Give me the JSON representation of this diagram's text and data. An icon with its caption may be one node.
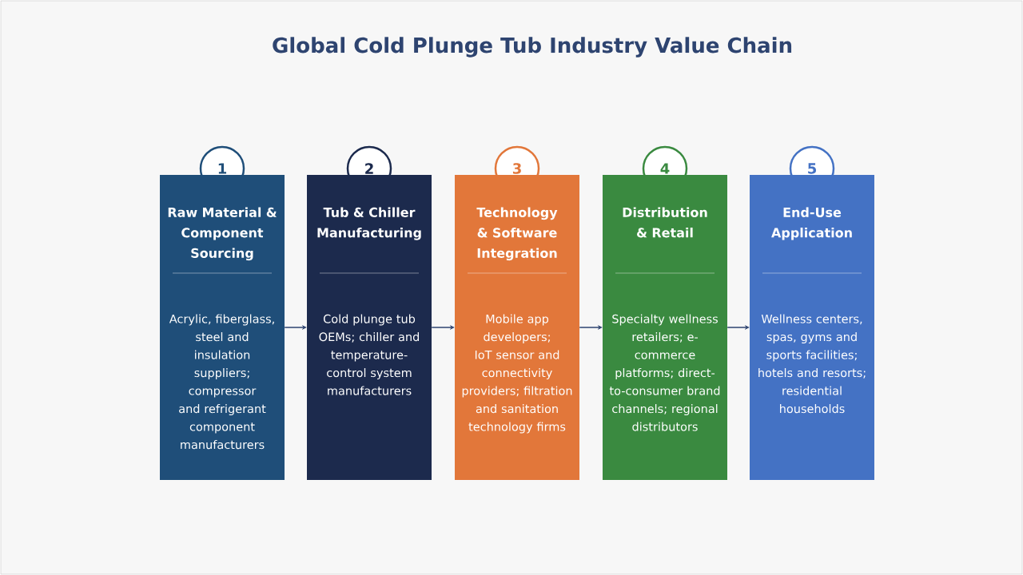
{
  "diagram": {
    "title": "Global Cold Plunge Tub Industry Value Chain",
    "nodes": [
      {
        "text": [
          "1"
        ]
      },
      {
        "text": [
          "Raw Material & Component Sourcing",
          "Acrylic, fiberglass, steel and insulation suppliers; compressor and refrigerant component manufacturers"
        ]
      },
      {
        "text": [
          "2"
        ]
      },
      {
        "text": [
          "Tub & Chiller Manufacturing",
          "Cold plunge tub OEMs; chiller and temperature-control system manufacturers"
        ]
      },
      {
        "text": [
          "3"
        ]
      },
      {
        "text": [
          "Technology & Software Integration",
          "Mobile app developers; IoT sensor and connectivity providers; filtration and sanitation technology firms"
        ]
      },
      {
        "text": [
          "4"
        ]
      },
      {
        "text": [
          "Distribution & Retail",
          "Specialty wellness retailers; e-commerce platforms; direct-to-consumer brand channels; regional distributors"
        ]
      },
      {
        "text": [
          "5"
        ]
      },
      {
        "text": [
          "End-Use Application",
          "Wellness centers, spas, gyms and sports facilities; hotels and resorts; residential households"
        ]
      }
    ],
    "edges": [
      {
        "from": 1,
        "to": 3,
        "arrow": "to"
      },
      {
        "from": 3,
        "to": 5,
        "arrow": "to"
      },
      {
        "from": 5,
        "to": 7,
        "arrow": "to"
      },
      {
        "from": 7,
        "to": 9,
        "arrow": "to"
      }
    ]
  }
}
